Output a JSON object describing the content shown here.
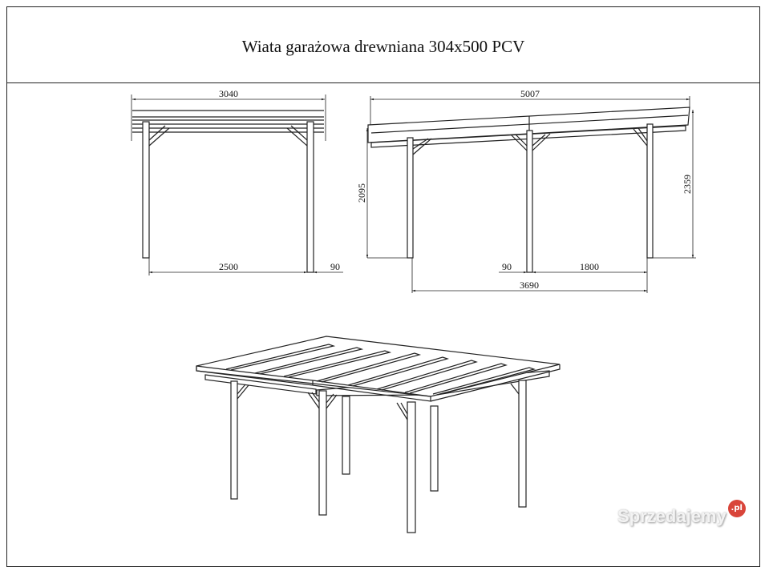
{
  "title": "Wiata garażowa drewniana 304x500 PCV",
  "front_view": {
    "width_total": "3040",
    "post_spacing": "2500",
    "post_width": "90"
  },
  "side_view": {
    "length_total": "5007",
    "height_low": "2095",
    "height_high": "2359",
    "post_width": "90",
    "post_spacing_half": "1800",
    "post_spacing_total": "3690"
  },
  "watermark": {
    "text": "Sprzedajemy",
    "badge": ".pl",
    "badge_color": "#d9453a"
  }
}
